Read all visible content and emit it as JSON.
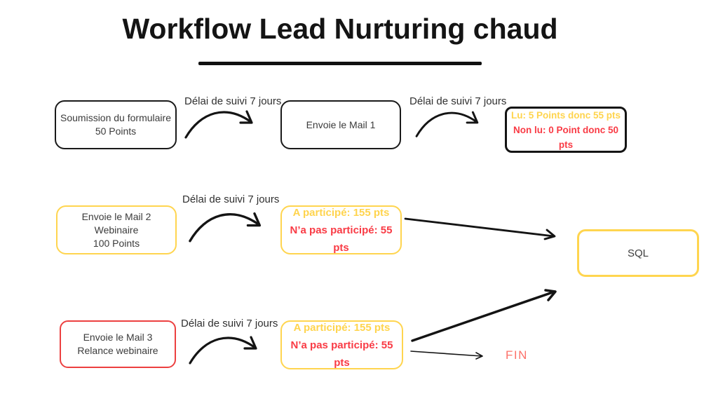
{
  "title": "Workflow Lead Nurturing chaud",
  "arrow_label": "Délai de suivi 7 jours",
  "colors": {
    "node_black": "#1a1a1a",
    "node_yellow": "#FFD54F",
    "node_red": "#EC4040",
    "text_yellow": "#FFD44D",
    "text_red": "#F93B45",
    "text_coral": "#FC7169"
  },
  "nodes": {
    "form_submit": {
      "line1": "Soumission du formulaire",
      "line2": "50 Points"
    },
    "mail1": {
      "line1": "Envoie le Mail 1"
    },
    "mail1_result": {
      "read": "Lu: 5 Points donc 55 pts",
      "unread": "Non lu: 0 Point donc 50 pts"
    },
    "mail2": {
      "line1": "Envoie le Mail 2",
      "line2": "Webinaire",
      "line3": "100 Points"
    },
    "webinar1_result": {
      "attended": "A participé: 155 pts",
      "missed": "N’a pas participé: 55 pts"
    },
    "sql": {
      "label": "SQL"
    },
    "mail3": {
      "line1": "Envoie le Mail 3",
      "line2": "Relance webinaire"
    },
    "webinar2_result": {
      "attended": "A participé: 155 pts",
      "missed": "N’a pas participé: 55 pts"
    },
    "fin": {
      "label": "FIN"
    }
  }
}
